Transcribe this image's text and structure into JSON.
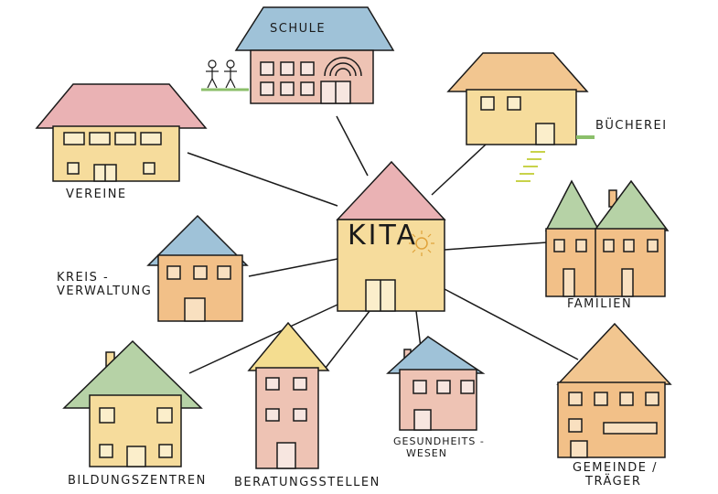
{
  "title": "",
  "center": {
    "label": "KITA"
  },
  "nodes": [
    {
      "id": "schule",
      "lines": [
        "SCHULE"
      ]
    },
    {
      "id": "buecherei",
      "lines": [
        "BÜCHEREI"
      ]
    },
    {
      "id": "vereine",
      "lines": [
        "VEREINE"
      ]
    },
    {
      "id": "familien",
      "lines": [
        "FAMILIEN"
      ]
    },
    {
      "id": "kreisverwaltung",
      "lines": [
        "KREIS -",
        "VERWALTUNG"
      ]
    },
    {
      "id": "bildungszentren",
      "lines": [
        "BILDUNGSZENTREN"
      ]
    },
    {
      "id": "beratungsstellen",
      "lines": [
        "BERATUNGSSTELLEN"
      ]
    },
    {
      "id": "gesundheitswesen",
      "lines": [
        "GESUNDHEITS -",
        "WESEN"
      ]
    },
    {
      "id": "gemeinde",
      "lines": [
        "GEMEINDE /",
        "TRÄGER"
      ]
    }
  ],
  "colors": {
    "line": "#1a1a1a",
    "wall_yellow": "#f6dc9c",
    "wall_orange": "#f2c088",
    "wall_pink": "#eec3b4",
    "roof_pink": "#eab2b4",
    "roof_blue": "#9fc2d8",
    "roof_green": "#b6d2a6",
    "roof_peach": "#f2c690",
    "roof_yellow": "#f4dd90",
    "grass": "#8bbf6a"
  }
}
